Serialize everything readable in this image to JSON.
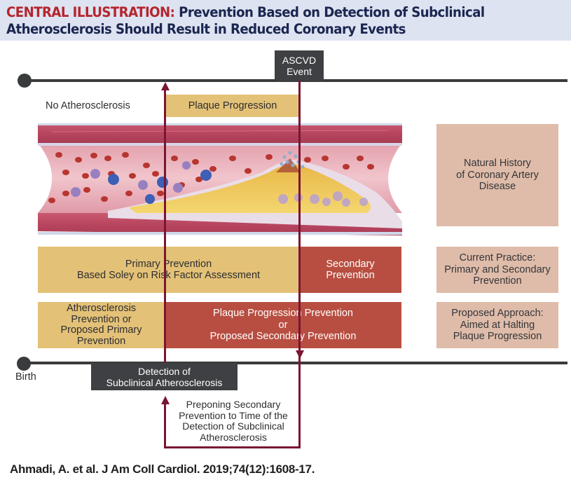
{
  "header": {
    "prefix": "CENTRAL ILLUSTRATION:",
    "title_line1": "Prevention Based on Detection of Subclinical",
    "title_line2": "Atherosclerosis Should Result in Reduced Coronary Events"
  },
  "timeline_top": {
    "event_box_line1": "ASCVD",
    "event_box_line2": "Event"
  },
  "stage_labels": {
    "no_atherosclerosis": "No Atherosclerosis",
    "plaque_progression": "Plaque Progression"
  },
  "artery_illustration": {
    "description": "Cross-section of coronary artery showing plaque progression and rupture"
  },
  "rows": {
    "current_practice": {
      "primary_line1": "Primary Prevention",
      "primary_line2": "Based Soley on Risk Factor Assessment",
      "secondary_line1": "Secondary",
      "secondary_line2": "Prevention"
    },
    "proposed_approach": {
      "primary_line1": "Atherosclerosis",
      "primary_line2": "Prevention or",
      "primary_line3": "Proposed Primary",
      "primary_line4": "Prevention",
      "secondary_line1": "Plaque Progression Prevention",
      "secondary_line2": "or",
      "secondary_line3": "Proposed Secondary Prevention"
    }
  },
  "side_labels": {
    "natural_history_line1": "Natural History",
    "natural_history_line2": "of Coronary Artery",
    "natural_history_line3": "Disease",
    "current_practice_line1": "Current Practice:",
    "current_practice_line2": "Primary and Secondary",
    "current_practice_line3": "Prevention",
    "proposed_line1": "Proposed Approach:",
    "proposed_line2": "Aimed at Halting",
    "proposed_line3": "Plaque Progression"
  },
  "timeline_bottom": {
    "birth_label": "Birth",
    "detection_line1": "Detection of",
    "detection_line2": "Subclinical Atherosclerosis"
  },
  "preponing_note": {
    "line1": "Preponing Secondary",
    "line2": "Prevention to Time of the",
    "line3": "Detection of Subclinical",
    "line4": "Atherosclerosis"
  },
  "citation": "Ahmadi, A. et al. J Am Coll Cardiol. 2019;74(12):1608-17.",
  "colors": {
    "header_bg": "#dde3f1",
    "header_red": "#b5252d",
    "header_navy": "#1b2650",
    "tan": "#e3c177",
    "red": "#b84e41",
    "pink": "#dfbca9",
    "dark": "#3f4043",
    "arrow": "#7a1532"
  }
}
